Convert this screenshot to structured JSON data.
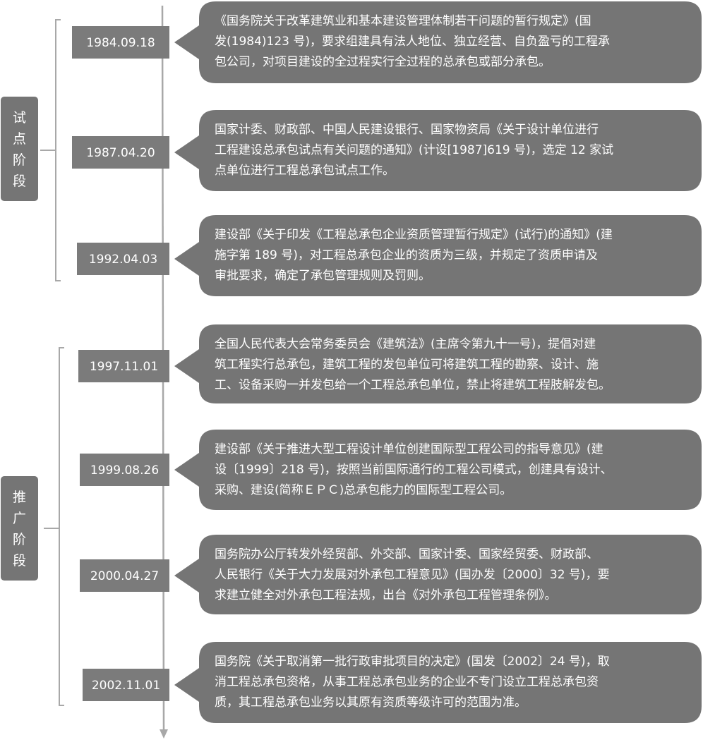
{
  "phases": [
    {
      "label": "试点阶段",
      "chars": [
        "试",
        "点",
        "阶",
        "段"
      ]
    },
    {
      "label": "推广阶段",
      "chars": [
        "推",
        "广",
        "阶",
        "段"
      ]
    }
  ],
  "events": [
    {
      "date": "1984.09.18",
      "lines": [
        "《国务院关于改革建筑业和基本建设管理体制若干问题的暂行规定》(国",
        "发(1984)123 号)，要求组建具有法人地位、独立经营、自负盈亏的工程承",
        "包公司，对项目建设的全过程实行全过程的总承包或部分承包。"
      ]
    },
    {
      "date": "1987.04.20",
      "lines": [
        "国家计委、财政部、中国人民建设银行、国家物资局《关于设计单位进行",
        "工程建设总承包试点有关问题的通知》(计设[1987]619 号)，选定 12 家试",
        "点单位进行工程总承包试点工作。"
      ]
    },
    {
      "date": "1992.04.03",
      "lines": [
        "建设部《关于印发《工程总承包企业资质管理暂行规定》(试行)的通知》(建",
        "施字第 189 号)，对工程总承包企业的资质为三级，并规定了资质申请及",
        "审批要求，确定了承包管理规则及罚则。"
      ]
    },
    {
      "date": "1997.11.01",
      "lines": [
        "全国人民代表大会常务委员会《建筑法》(主席令第九十一号)，提倡对建",
        "筑工程实行总承包，建筑工程的发包单位可将建筑工程的勘察、设计、施",
        "工、设备采购一并发包给一个工程总承包单位，禁止将建筑工程肢解发包。"
      ]
    },
    {
      "date": "1999.08.26",
      "lines": [
        "建设部《关于推进大型工程设计单位创建国际型工程公司的指导意见》(建",
        "设〔1999〕218 号)，按照当前国际通行的工程公司模式，创建具有设计、",
        "采购、建设(简称ＥＰＣ)总承包能力的国际型工程公司。"
      ]
    },
    {
      "date": "2000.04.27",
      "lines": [
        "国务院办公厅转发外经贸部、外交部、国家计委、国家经贸委、财政部、",
        "人民银行《关于大力发展对外承包工程意见》(国办发〔2000〕32 号)，要",
        "求建立健全对外承包工程法规，出台《对外承包工程管理条例》。"
      ]
    },
    {
      "date": "2002.11.01",
      "lines": [
        "国务院《关于取消第一批行政审批项目的决定》(国发〔2002〕24 号)，取",
        "消工程总承包资格，从事工程总承包业务的企业不专门设立工程总承包资",
        "质，其工程总承包业务以其原有资质等级许可的范围为准。"
      ]
    }
  ],
  "colors": {
    "box": "#757575",
    "date_box": "#7b7b7b",
    "line": "#a8a8a8",
    "text": "#ffffff"
  }
}
